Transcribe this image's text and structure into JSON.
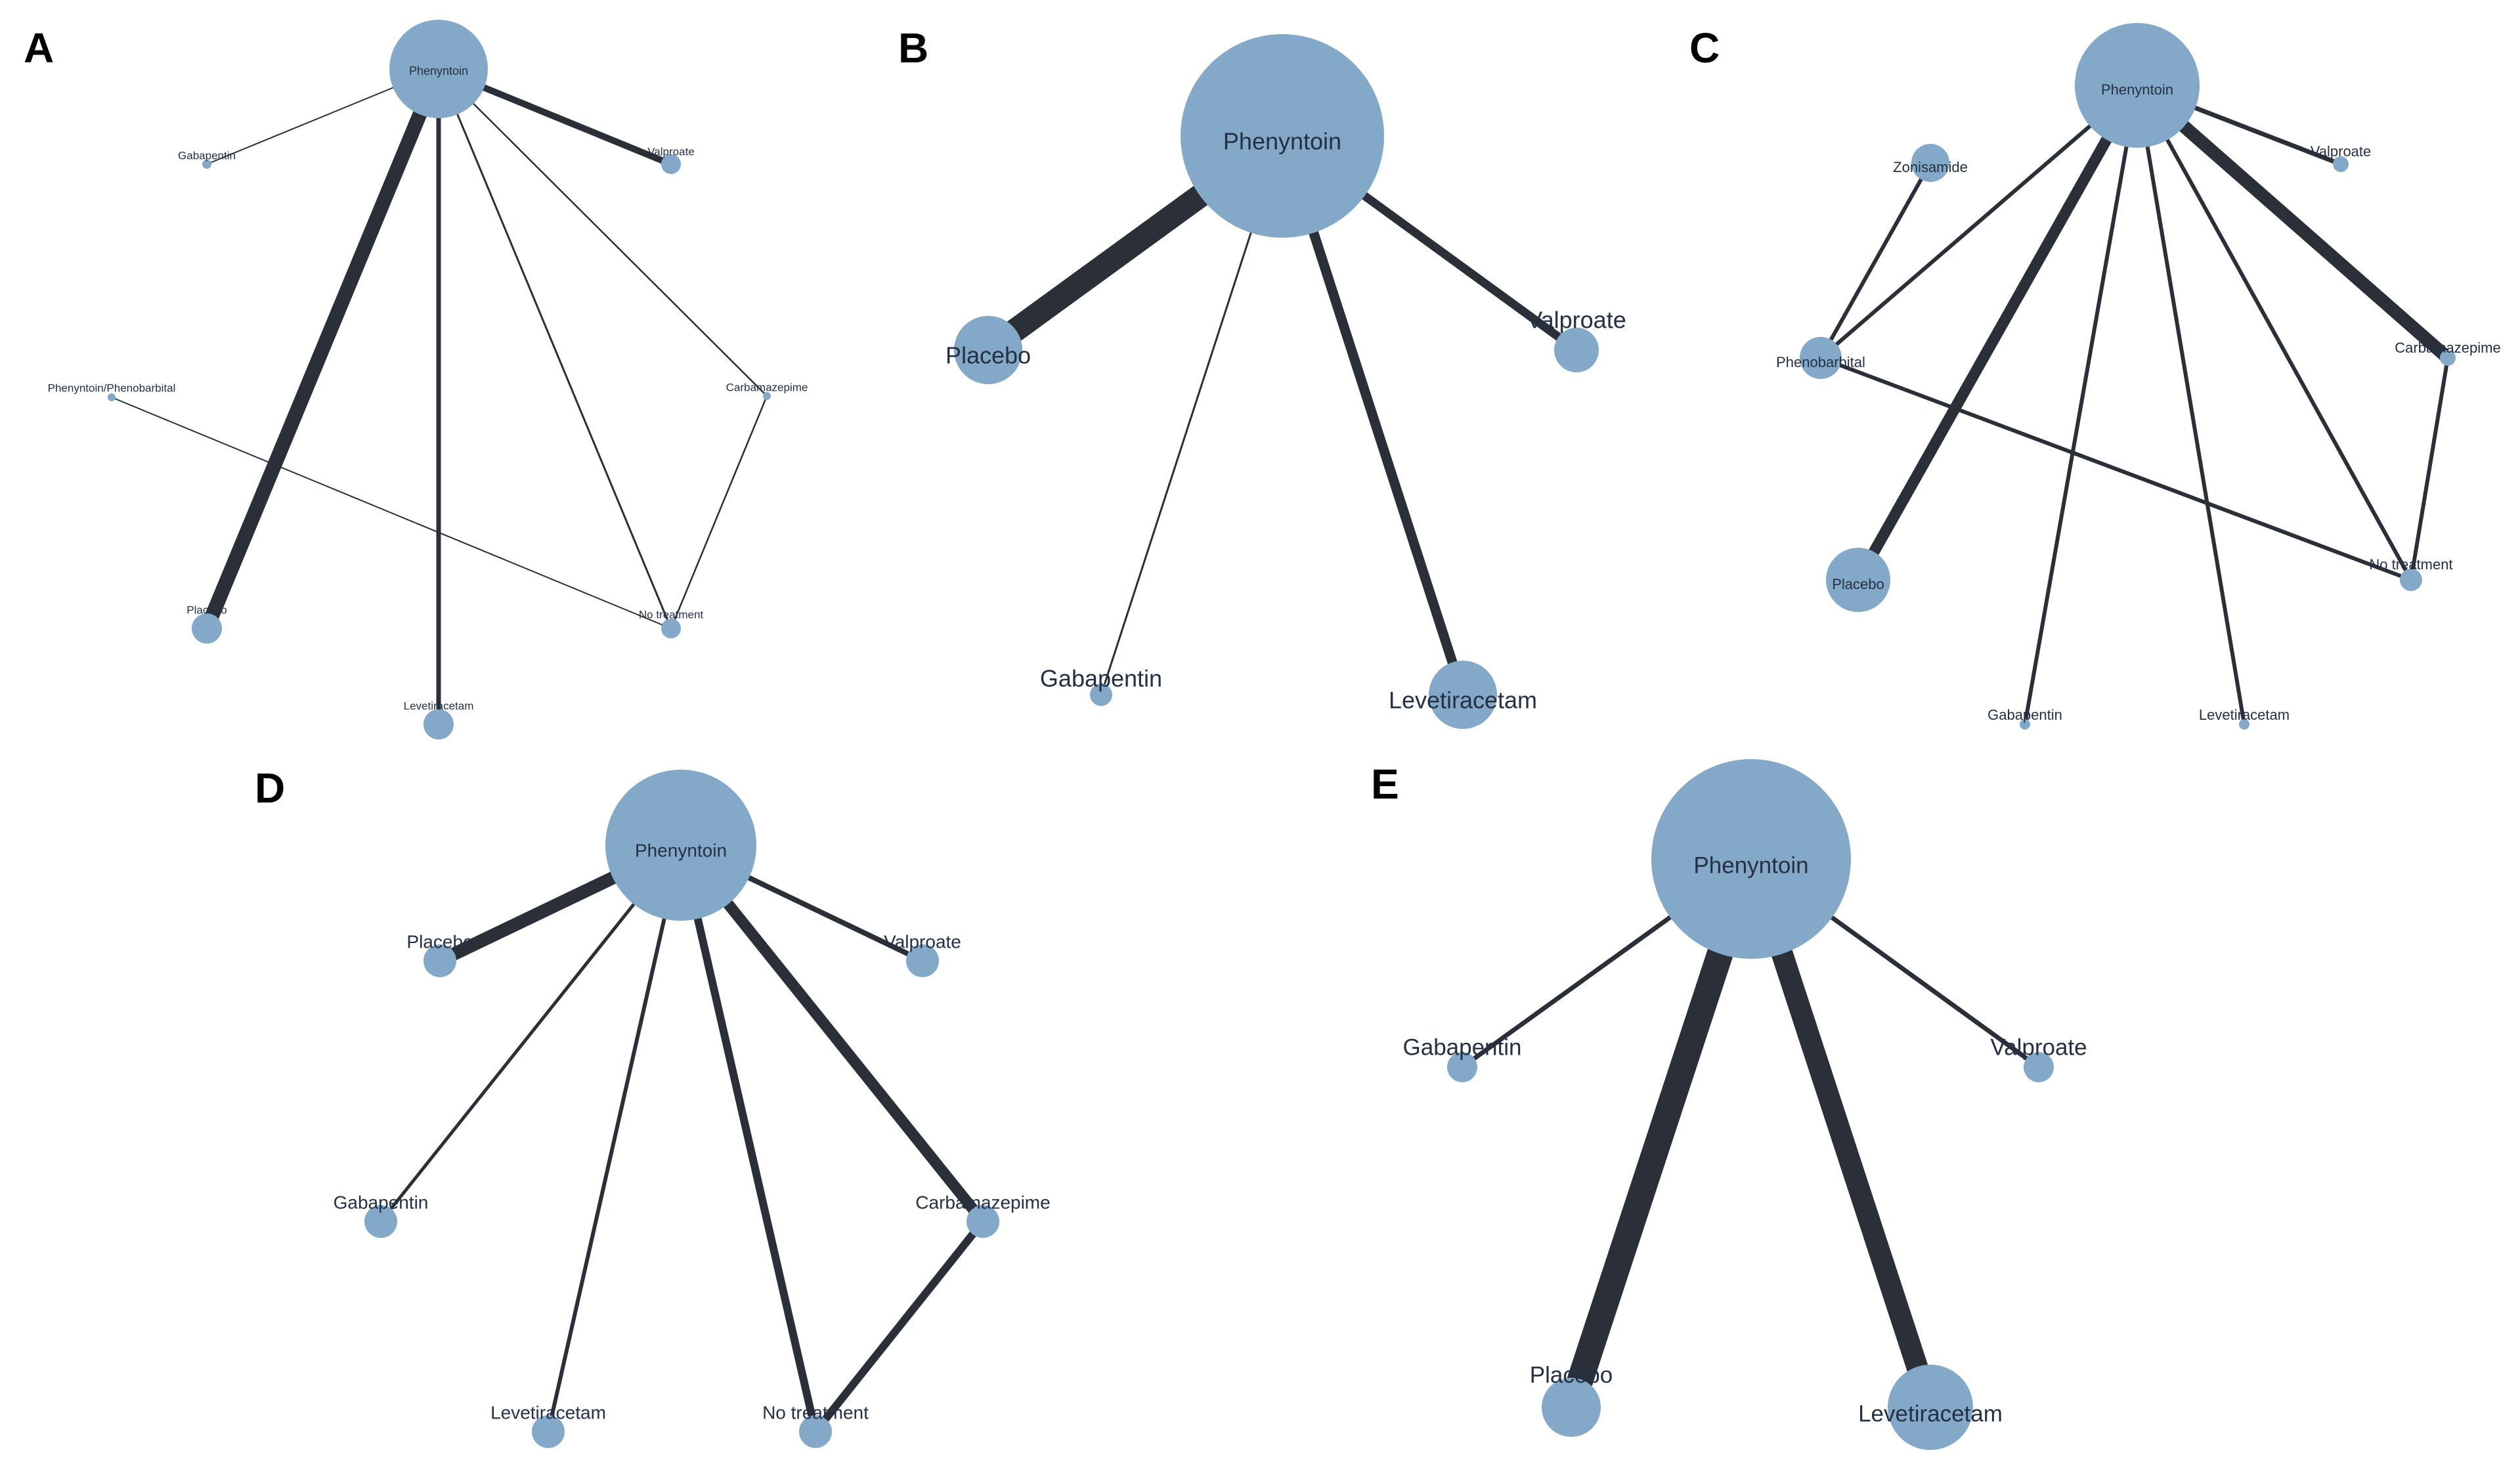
{
  "colors": {
    "node": "#84a8c8",
    "edge": "#2a2f38",
    "label": "#243044",
    "background": "#ffffff"
  },
  "panels": [
    {
      "letter": "A",
      "nodes": [
        {
          "id": "phenytoin",
          "label": "Phenyntoin"
        },
        {
          "id": "gabapentin",
          "label": "Gabapentin"
        },
        {
          "id": "valproate",
          "label": "Valproate"
        },
        {
          "id": "phenytoin_phenobarbital",
          "label": "Phenyntoin/Phenobarbital"
        },
        {
          "id": "carbamazepime",
          "label": "Carbamazepime"
        },
        {
          "id": "placebo",
          "label": "Placebo"
        },
        {
          "id": "no_treatment",
          "label": "No treatment"
        },
        {
          "id": "levetiracetam",
          "label": "Levetiracetam"
        }
      ],
      "edges": [
        {
          "from": "phenytoin",
          "to": "gabapentin"
        },
        {
          "from": "phenytoin",
          "to": "valproate"
        },
        {
          "from": "phenytoin",
          "to": "placebo"
        },
        {
          "from": "phenytoin",
          "to": "levetiracetam"
        },
        {
          "from": "phenytoin",
          "to": "no_treatment"
        },
        {
          "from": "phenytoin",
          "to": "carbamazepime"
        },
        {
          "from": "carbamazepime",
          "to": "no_treatment"
        },
        {
          "from": "phenytoin_phenobarbital",
          "to": "no_treatment"
        }
      ]
    },
    {
      "letter": "B",
      "nodes": [
        {
          "id": "phenytoin",
          "label": "Phenyntoin"
        },
        {
          "id": "placebo",
          "label": "Placebo"
        },
        {
          "id": "valproate",
          "label": "Valproate"
        },
        {
          "id": "gabapentin",
          "label": "Gabapentin"
        },
        {
          "id": "levetiracetam",
          "label": "Levetiracetam"
        }
      ],
      "edges": [
        {
          "from": "phenytoin",
          "to": "placebo"
        },
        {
          "from": "phenytoin",
          "to": "valproate"
        },
        {
          "from": "phenytoin",
          "to": "gabapentin"
        },
        {
          "from": "phenytoin",
          "to": "levetiracetam"
        }
      ]
    },
    {
      "letter": "C",
      "nodes": [
        {
          "id": "phenytoin",
          "label": "Phenyntoin"
        },
        {
          "id": "zonisamide",
          "label": "Zonisamide"
        },
        {
          "id": "valproate",
          "label": "Valproate"
        },
        {
          "id": "phenobarbital",
          "label": "Phenobarbital"
        },
        {
          "id": "carbamazepime",
          "label": "Carbamazepime"
        },
        {
          "id": "placebo",
          "label": "Placebo"
        },
        {
          "id": "no_treatment",
          "label": "No treatment"
        },
        {
          "id": "gabapentin",
          "label": "Gabapentin"
        },
        {
          "id": "levetiracetam",
          "label": "Levetiracetam"
        }
      ],
      "edges": [
        {
          "from": "phenytoin",
          "to": "valproate"
        },
        {
          "from": "phenytoin",
          "to": "phenobarbital"
        },
        {
          "from": "zonisamide",
          "to": "phenobarbital"
        },
        {
          "from": "phenytoin",
          "to": "placebo"
        },
        {
          "from": "phenytoin",
          "to": "gabapentin"
        },
        {
          "from": "phenytoin",
          "to": "levetiracetam"
        },
        {
          "from": "phenytoin",
          "to": "no_treatment"
        },
        {
          "from": "phenytoin",
          "to": "carbamazepime"
        },
        {
          "from": "carbamazepime",
          "to": "no_treatment"
        },
        {
          "from": "phenobarbital",
          "to": "no_treatment"
        }
      ]
    },
    {
      "letter": "D",
      "nodes": [
        {
          "id": "phenytoin",
          "label": "Phenyntoin"
        },
        {
          "id": "placebo",
          "label": "Placebo"
        },
        {
          "id": "valproate",
          "label": "Valproate"
        },
        {
          "id": "gabapentin",
          "label": "Gabapentin"
        },
        {
          "id": "carbamazepime",
          "label": "Carbamazepime"
        },
        {
          "id": "levetiracetam",
          "label": "Levetiracetam"
        },
        {
          "id": "no_treatment",
          "label": "No treatment"
        }
      ],
      "edges": [
        {
          "from": "phenytoin",
          "to": "placebo"
        },
        {
          "from": "phenytoin",
          "to": "valproate"
        },
        {
          "from": "phenytoin",
          "to": "gabapentin"
        },
        {
          "from": "phenytoin",
          "to": "levetiracetam"
        },
        {
          "from": "phenytoin",
          "to": "no_treatment"
        },
        {
          "from": "phenytoin",
          "to": "carbamazepime"
        },
        {
          "from": "carbamazepime",
          "to": "no_treatment"
        }
      ]
    },
    {
      "letter": "E",
      "nodes": [
        {
          "id": "phenytoin",
          "label": "Phenyntoin"
        },
        {
          "id": "gabapentin",
          "label": "Gabapentin"
        },
        {
          "id": "valproate",
          "label": "Valproate"
        },
        {
          "id": "placebo",
          "label": "Placebo"
        },
        {
          "id": "levetiracetam",
          "label": "Levetiracetam"
        }
      ],
      "edges": [
        {
          "from": "phenytoin",
          "to": "gabapentin"
        },
        {
          "from": "phenytoin",
          "to": "valproate"
        },
        {
          "from": "phenytoin",
          "to": "placebo"
        },
        {
          "from": "phenytoin",
          "to": "levetiracetam"
        }
      ]
    }
  ]
}
